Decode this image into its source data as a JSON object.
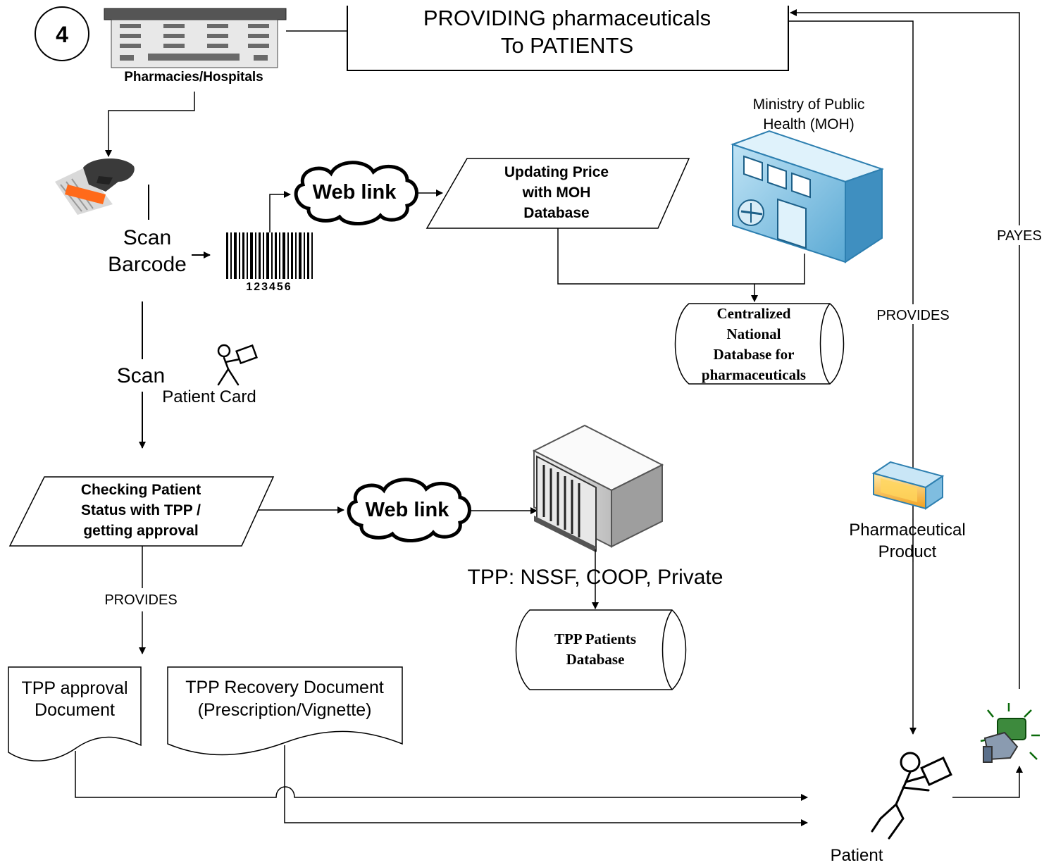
{
  "step_number": "4",
  "pharmacies_label": "Pharmacies/Hospitals",
  "providing_box": {
    "line1": "PROVIDING pharmaceuticals",
    "line2": "To PATIENTS"
  },
  "scan_barcode": {
    "line1": "Scan",
    "line2": "Barcode"
  },
  "barcode_digits": "123456",
  "web_link_top": "Web link",
  "updating_price": {
    "line1": "Updating Price",
    "line2": "with MOH",
    "line3": "Database"
  },
  "moh": {
    "line1": "Ministry of Public",
    "line2": "Health (MOH)"
  },
  "central_db": {
    "line1": "Centralized",
    "line2": "National",
    "line3": "Database for",
    "line4": "pharmaceuticals"
  },
  "scan_patient": {
    "scan": "Scan",
    "card": "Patient Card"
  },
  "checking_status": {
    "line1": "Checking Patient",
    "line2": "Status with TPP /",
    "line3": "getting approval"
  },
  "web_link_bottom": "Web link",
  "tpp_label": "TPP: NSSF, COOP, Private",
  "tpp_db": {
    "line1": "TPP Patients",
    "line2": "Database"
  },
  "provides_left": "PROVIDES",
  "provides_right": "PROVIDES",
  "payes": "PAYES",
  "tpp_approval_doc": {
    "line1": "TPP approval",
    "line2": "Document"
  },
  "tpp_recovery_doc": {
    "line1": "TPP Recovery Document",
    "line2": "(Prescription/Vignette)"
  },
  "pharma_product": {
    "line1": "Pharmaceutical",
    "line2": "Product"
  },
  "patient_label": "Patient"
}
